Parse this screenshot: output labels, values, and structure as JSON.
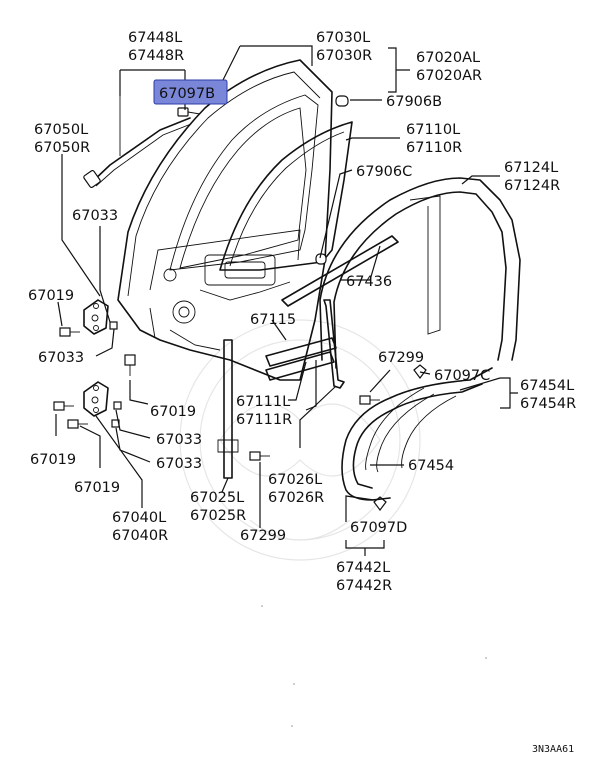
{
  "diagram_code": "3N3AA61",
  "highlighted_part": "67097B",
  "labels": {
    "p67448L": "67448L",
    "p67448R": "67448R",
    "p67097B": "67097B",
    "p67050L": "67050L",
    "p67050R": "67050R",
    "p67033_a": "67033",
    "p67019_a": "67019",
    "p67033_b": "67033",
    "p67019_b": "67019",
    "p67033_c": "67033",
    "p67033_d": "67033",
    "p67019_c": "67019",
    "p67019_d": "67019",
    "p67040L": "67040L",
    "p67040R": "67040R",
    "p67030L": "67030L",
    "p67030R": "67030R",
    "p67020AL": "67020AL",
    "p67020AR": "67020AR",
    "p67906B": "67906B",
    "p67110L": "67110L",
    "p67110R": "67110R",
    "p67906C": "67906C",
    "p67124L": "67124L",
    "p67124R": "67124R",
    "p67436": "67436",
    "p67115": "67115",
    "p67111L": "67111L",
    "p67111R": "67111R",
    "p67299_a": "67299",
    "p67097C": "67097C",
    "p67454L": "67454L",
    "p67454R": "67454R",
    "p67454": "67454",
    "p67026L": "67026L",
    "p67026R": "67026R",
    "p67025L": "67025L",
    "p67025R": "67025R",
    "p67299_b": "67299",
    "p67097D": "67097D",
    "p67442L": "67442L",
    "p67442R": "67442R"
  }
}
